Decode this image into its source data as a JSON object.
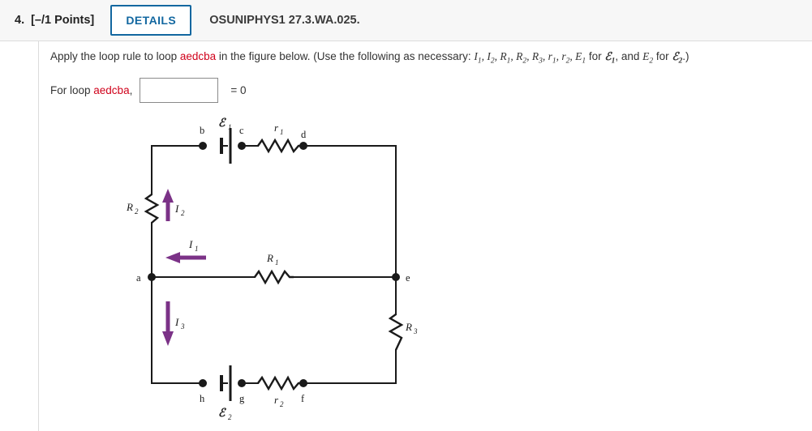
{
  "header": {
    "question_number": "4.",
    "points": "[–/1 Points]",
    "details_label": "DETAILS",
    "question_code": "OSUNIPHYS1 27.3.WA.025."
  },
  "prompt": {
    "part1": "Apply the loop rule to loop ",
    "loop": "aedcba",
    "part2": " in the figure below. (Use the following as necessary: ",
    "vars": "I₁, I₂, R₁, R₂, R₃, r₁, r₂, E₁",
    "part3": " for ℰ₁, and E₂ for ℰ₂.)"
  },
  "answer": {
    "prefix": "For loop ",
    "loop": "aedcba",
    "comma": ",",
    "input_value": "",
    "input_placeholder": "",
    "equals": "= 0"
  },
  "figure": {
    "nodes": {
      "a": "a",
      "b": "b",
      "c": "c",
      "d": "d",
      "e": "e",
      "f": "f",
      "g": "g",
      "h": "h"
    },
    "components": {
      "emf1": "ℰ",
      "emf1_sub": "1",
      "emf2": "ℰ",
      "emf2_sub": "2",
      "r1": "r",
      "r1_sub": "1",
      "r2": "r",
      "r2_sub": "2",
      "R1": "R",
      "R1_sub": "1",
      "R2": "R",
      "R2_sub": "2",
      "R3": "R",
      "R3_sub": "3"
    },
    "currents": {
      "I1": "I",
      "I1_sub": "1",
      "I2": "I",
      "I2_sub": "2",
      "I3": "I",
      "I3_sub": "3"
    },
    "colors": {
      "wire": "#1a1a1a",
      "current_arrow": "#7b3287",
      "highlight": "#d0021b",
      "accent": "#1267a0"
    }
  }
}
